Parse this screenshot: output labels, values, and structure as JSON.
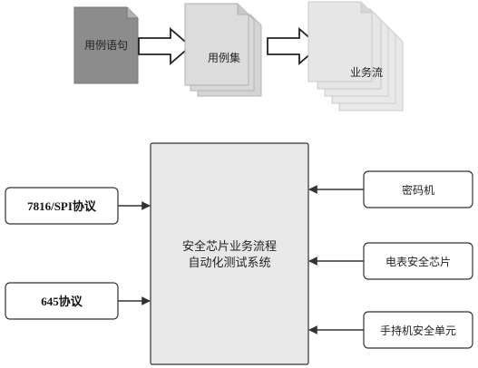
{
  "top_flow": {
    "doc_sentences": "用例语句",
    "doc_case_set": "用例集",
    "doc_business_flow": "业务流"
  },
  "center_box": {
    "line1": "安全芯片业务流程",
    "line2": "自动化测试系统"
  },
  "left_inputs": {
    "protocol_7816_spi": "7816/SPI协议",
    "protocol_645": "645协议"
  },
  "right_inputs": {
    "crypto_machine": "密码机",
    "meter_security_chip": "电表安全芯片",
    "handheld_security_unit": "手持机安全单元"
  },
  "colors": {
    "doc_dark": "#8c8c8c",
    "doc_mid": "#d4d4d4",
    "doc_light": "#e6e6e6",
    "center_fill": "#e8e8e8",
    "stroke": "#333333"
  }
}
